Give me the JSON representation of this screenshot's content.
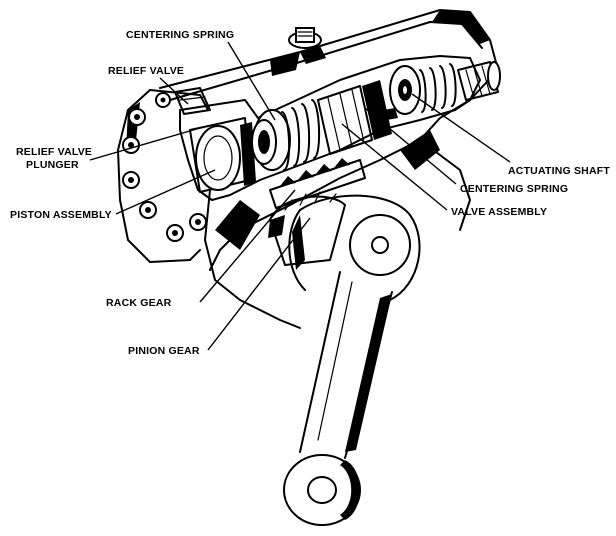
{
  "labels": {
    "centering_spring_top": "CENTERING SPRING",
    "relief_valve": "RELIEF VALVE",
    "relief_valve_plunger_line1": "RELIEF VALVE",
    "relief_valve_plunger_line2": "PLUNGER",
    "piston_assembly": "PISTON ASSEMBLY",
    "actuating_shaft": "ACTUATING SHAFT",
    "centering_spring_right": "CENTERING SPRING",
    "valve_assembly": "VALVE ASSEMBLY",
    "rack_gear": "RACK GEAR",
    "pinion_gear": "PINION GEAR"
  }
}
